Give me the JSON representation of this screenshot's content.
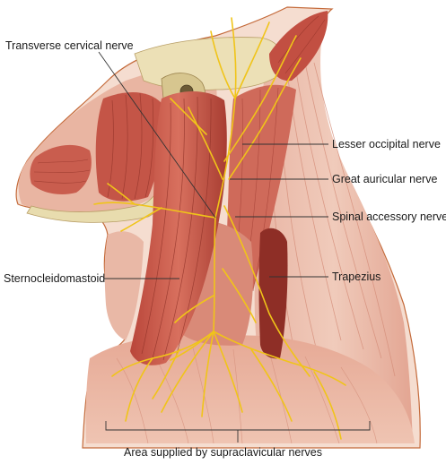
{
  "labels": {
    "transverse_cervical": "Transverse cervical nerve",
    "lesser_occipital": "Lesser occipital nerve",
    "great_auricular": "Great auricular nerve",
    "spinal_accessory": "Spinal accessory nerve",
    "sternocleidomastoid": "Sternocleidomastoid",
    "trapezius": "Trapezius",
    "supraclavicular_area": "Area supplied by supraclavicular nerves"
  },
  "colors": {
    "muscle": "#c9584a",
    "muscle_dark": "#9e3a30",
    "muscle_light": "#e7a491",
    "skin": "#f2d6c6",
    "bone": "#e8dcae",
    "nerve": "#f0c419",
    "outline": "#c46a3a",
    "leader": "#333333"
  }
}
